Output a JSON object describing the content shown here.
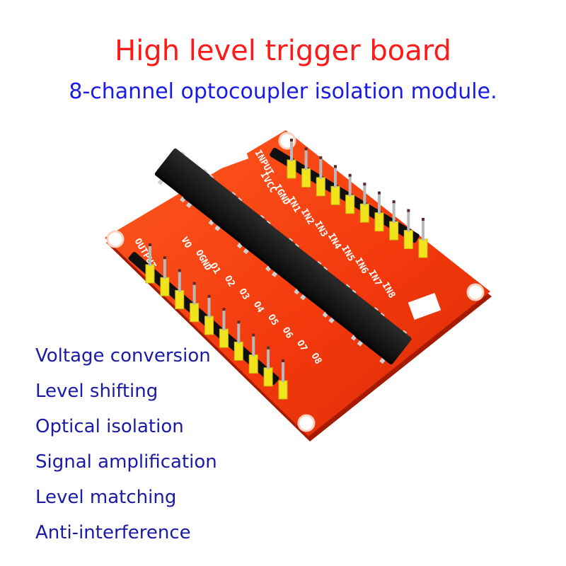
{
  "title": "High level trigger board",
  "subtitle": "8-channel optocoupler isolation module.",
  "features": [
    "Voltage conversion",
    "Level shifting",
    "Optical isolation",
    "Signal amplification",
    "Level matching",
    "Anti-interference"
  ],
  "board": {
    "input_header_label": "INPUT",
    "output_header_label": "OUTPUT",
    "input_pins": [
      "IVCC",
      "IGND",
      "IN1",
      "IN2",
      "IN3",
      "IN4",
      "IN5",
      "IN6",
      "IN7",
      "IN8"
    ],
    "output_pins": [
      "VO",
      "OGND",
      "O1",
      "O2",
      "O3",
      "O4",
      "O5",
      "O6",
      "O7",
      "O8"
    ]
  },
  "colors": {
    "title": "#ff1a1a",
    "subtitle": "#1a1ae6",
    "features": "#1a1aa8",
    "pcb": "#ff3a0f",
    "pin_plastic": "#f2e41c",
    "ic": "#141414"
  }
}
